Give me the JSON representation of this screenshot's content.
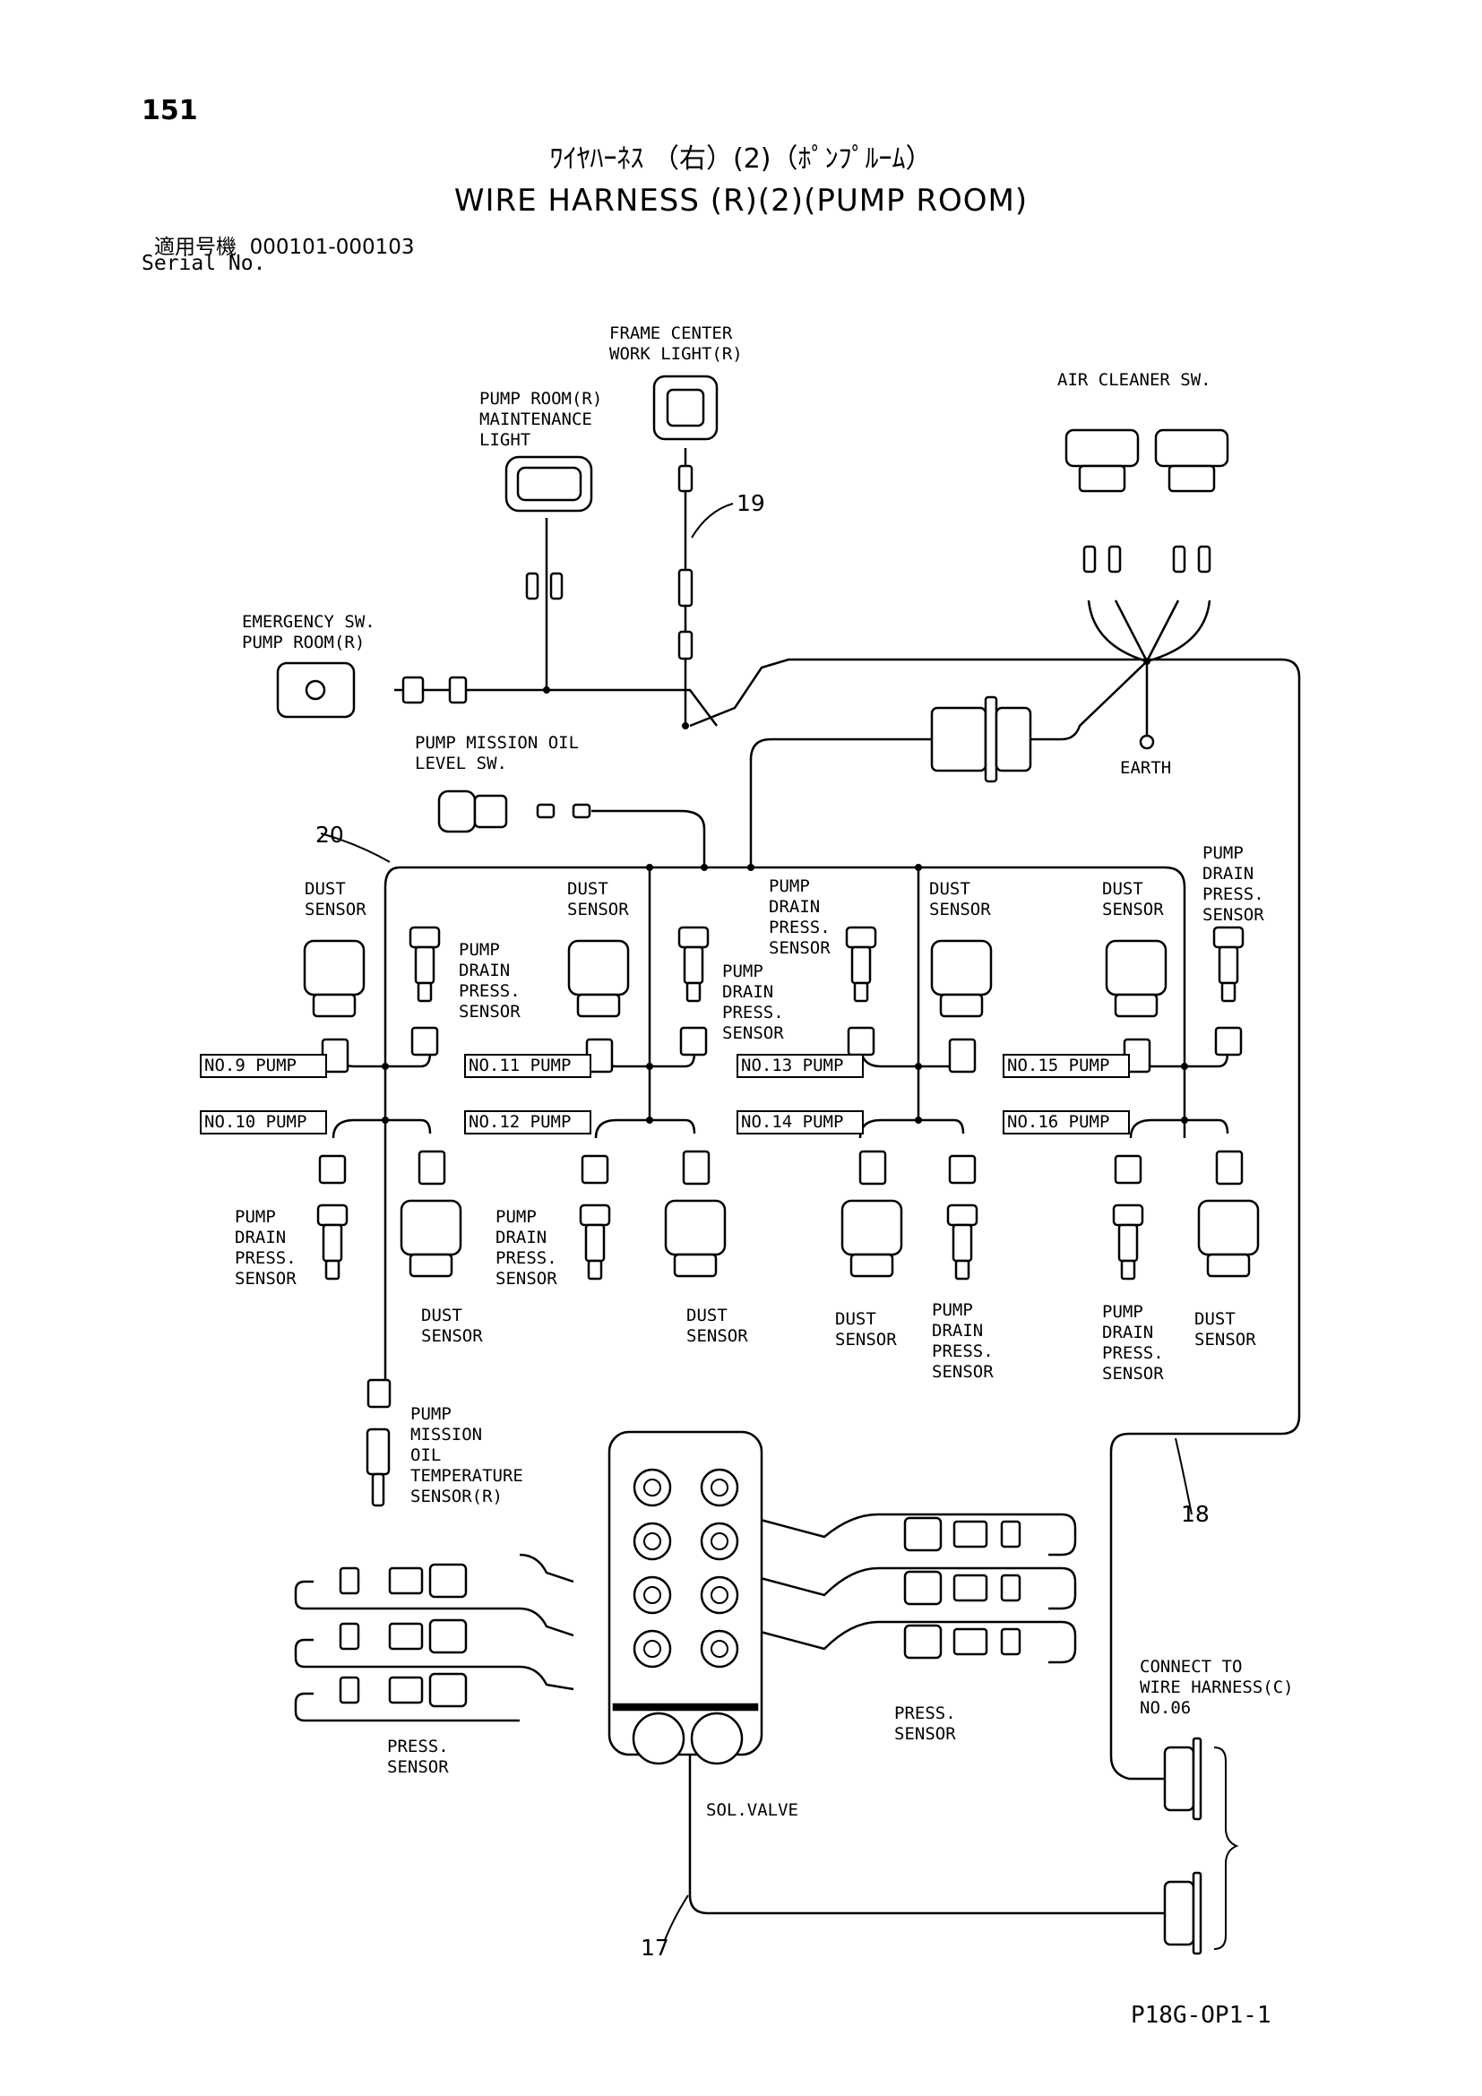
{
  "page_number": "151",
  "title_jp": "ﾜｲﾔﾊｰﾈｽ （右）(2)（ﾎﾟﾝﾌﾟﾙｰﾑ）",
  "title_en": "WIRE HARNESS (R)(2)(PUMP ROOM)",
  "serial_label_jp": "適用号機",
  "serial_range": "000101-000103",
  "serial_label_en": "Serial No.",
  "doc_id": "P18G-OP1-1",
  "labels": {
    "frame_light": [
      "FRAME CENTER",
      "WORK LIGHT(R)"
    ],
    "maint_light": [
      "PUMP ROOM(R)",
      "MAINTENANCE",
      "LIGHT"
    ],
    "air_cleaner": [
      "AIR CLEANER SW."
    ],
    "emergency": [
      "EMERGENCY SW.",
      "PUMP ROOM(R)"
    ],
    "mission_oil_level": [
      "PUMP MISSION OIL",
      "LEVEL SW."
    ],
    "earth": [
      "EARTH"
    ],
    "dust_sensor": [
      "DUST",
      "SENSOR"
    ],
    "pump_drain": [
      "PUMP",
      "DRAIN",
      "PRESS.",
      "SENSOR"
    ],
    "oil_temp": [
      "PUMP",
      "MISSION",
      "OIL",
      "TEMPERATURE",
      "SENSOR(R)"
    ],
    "press_sensor": [
      "PRESS.",
      "SENSOR"
    ],
    "sol_valve": [
      "SOL.VALVE"
    ],
    "connect_to": [
      "CONNECT TO",
      "WIRE HARNESS(C)",
      "NO.06"
    ]
  },
  "pump_tags": [
    "NO.9 PUMP",
    "NO.10 PUMP",
    "NO.11 PUMP",
    "NO.12 PUMP",
    "NO.13 PUMP",
    "NO.14 PUMP",
    "NO.15 PUMP",
    "NO.16 PUMP"
  ],
  "callouts": [
    "17",
    "18",
    "19",
    "20"
  ]
}
